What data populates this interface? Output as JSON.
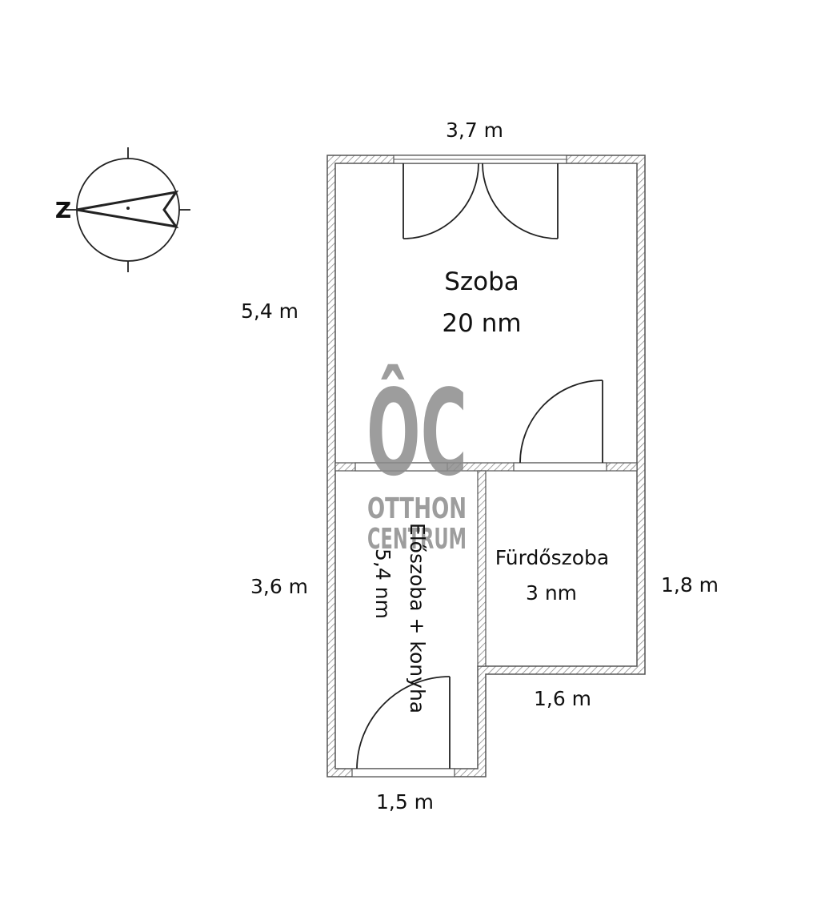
{
  "compass": {
    "north_letter": "Z"
  },
  "dimensions": {
    "top": "3,7 m",
    "left_upper": "5,4 m",
    "left_lower": "3,6 m",
    "right_lower": "1,8 m",
    "bath_bottom": "1,6 m",
    "bottom": "1,5 m"
  },
  "rooms": {
    "szoba": {
      "name": "Szoba",
      "area": "20 nm"
    },
    "furdo": {
      "name": "Fürdőszoba",
      "area": "3 nm"
    },
    "eloszoba": {
      "name": "Előszoba + konyha",
      "area": "5,4 nm"
    }
  },
  "watermark": {
    "mark": "ÔC",
    "line1": "OTTHON",
    "line2": "CENTRUM",
    "color": "#8c8c8c"
  },
  "colors": {
    "wall_stroke": "#555555",
    "hatch": "#8a8a8a",
    "line": "#222222"
  }
}
